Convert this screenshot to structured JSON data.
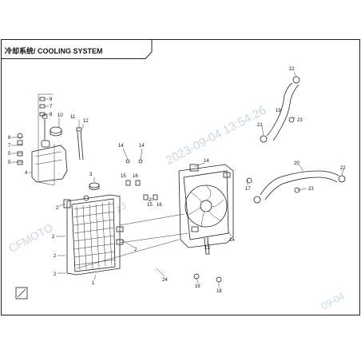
{
  "title": "冷却系统/ COOLING SYSTEM",
  "watermark": {
    "date_text": "2023-09-04  13:54:26",
    "brand_text": "CFMOTO",
    "user_text": "zJ",
    "tail_text": "09-04"
  },
  "callouts": [
    {
      "id": "c9",
      "label": "9"
    },
    {
      "id": "c7a",
      "label": "7"
    },
    {
      "id": "c8",
      "label": "8"
    },
    {
      "id": "c6",
      "label": "6"
    },
    {
      "id": "c7b",
      "label": "7"
    },
    {
      "id": "c5a",
      "label": "5"
    },
    {
      "id": "c5b",
      "label": "5"
    },
    {
      "id": "c4",
      "label": "4"
    },
    {
      "id": "c10",
      "label": "10"
    },
    {
      "id": "c11",
      "label": "11"
    },
    {
      "id": "c12",
      "label": "12"
    },
    {
      "id": "c3",
      "label": "3"
    },
    {
      "id": "c14a",
      "label": "14"
    },
    {
      "id": "c14b",
      "label": "14"
    },
    {
      "id": "c15a",
      "label": "15"
    },
    {
      "id": "c16a",
      "label": "16"
    },
    {
      "id": "c15b",
      "label": "15"
    },
    {
      "id": "c16b",
      "label": "16"
    },
    {
      "id": "c2a",
      "label": "2"
    },
    {
      "id": "c2b",
      "label": "2"
    },
    {
      "id": "c2c",
      "label": "2"
    },
    {
      "id": "c2d",
      "label": "2"
    },
    {
      "id": "c2e",
      "label": "2"
    },
    {
      "id": "c2f",
      "label": "2"
    },
    {
      "id": "c1",
      "label": "1"
    },
    {
      "id": "c24",
      "label": "24"
    },
    {
      "id": "c14c",
      "label": "14"
    },
    {
      "id": "c13",
      "label": "13"
    },
    {
      "id": "c14d",
      "label": "14"
    },
    {
      "id": "c17",
      "label": "17"
    },
    {
      "id": "c18a",
      "label": "18"
    },
    {
      "id": "c18b",
      "label": "18"
    },
    {
      "id": "c22a",
      "label": "22"
    },
    {
      "id": "c19",
      "label": "19"
    },
    {
      "id": "c23a",
      "label": "23"
    },
    {
      "id": "c21",
      "label": "21"
    },
    {
      "id": "c20",
      "label": "20"
    },
    {
      "id": "c22b",
      "label": "22"
    },
    {
      "id": "c23b",
      "label": "23"
    }
  ]
}
